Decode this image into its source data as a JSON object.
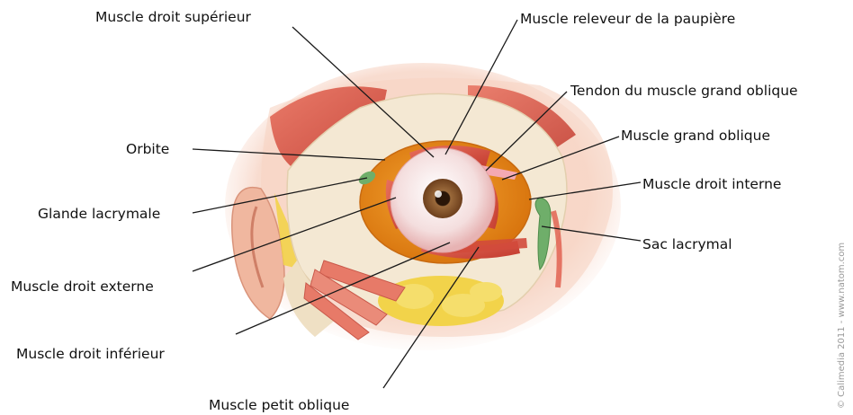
{
  "labels": {
    "muscle_droit_superieur": "Muscle droit supérieur",
    "muscle_releveur": "Muscle releveur de la paupière",
    "tendon_grand_oblique": "Tendon du muscle grand oblique",
    "muscle_grand_oblique": "Muscle grand oblique",
    "orbite": "Orbite",
    "muscle_droit_interne": "Muscle droit interne",
    "glande_lacrymale": "Glande lacrymale",
    "sac_lacrymal": "Sac lacrymal",
    "muscle_droit_externe": "Muscle droit externe",
    "muscle_droit_inferieur": "Muscle droit inférieur",
    "muscle_petit_oblique": "Muscle petit oblique"
  },
  "copyright": "© Calimedia 2011 - www.natom.com",
  "colors": {
    "muscle": "#d94b3d",
    "orbit": "#e88a1a",
    "bone": "#f3e6cf",
    "fat": "#f2d34a",
    "lacrimal": "#6fae6a",
    "iris": "#7a4a25"
  }
}
